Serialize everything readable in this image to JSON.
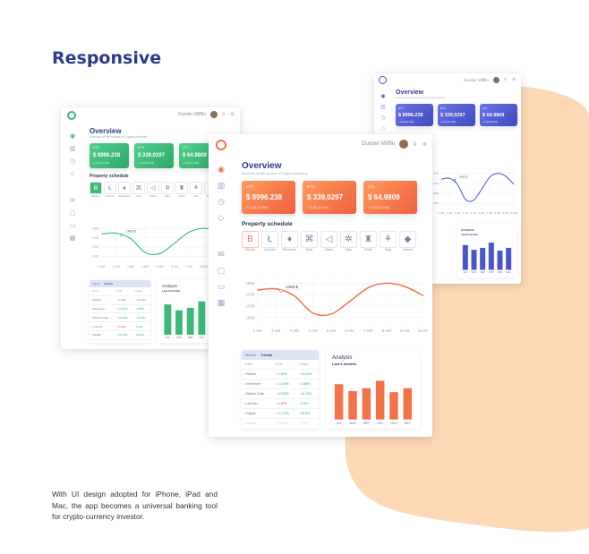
{
  "heading": "Responsive",
  "caption": "With UI design adopted for iPhone, iPad and Mac, the app becomes a universal banking tool for crypto-currency investor.",
  "colors": {
    "heading": "#2f3a8c",
    "blob": "#fcd9b4",
    "green": "#3cb87a",
    "orange": "#f2734a",
    "blue": "#4a55c9"
  },
  "user": "Dunder Mifflin",
  "overview": {
    "title": "Overview",
    "subtitle": "A review of the source of Crypto-currency"
  },
  "cards": [
    {
      "symbol": "BTC",
      "price": "$ 8996.238",
      "change": "+ 0.32 (2.3%)"
    },
    {
      "symbol": "ETH",
      "price": "$ 339,0297",
      "change": "+ 0.32 (2.3%)"
    },
    {
      "symbol": "LTC",
      "price": "$ 64.9809",
      "change": "+ 0.32 (2.3%)"
    }
  ],
  "schedule_title": "Property schedule",
  "coins": [
    {
      "label": "Bitcoin",
      "icon": "bitcoin-icon"
    },
    {
      "label": "Litecoin",
      "icon": "litecoin-icon"
    },
    {
      "label": "Ethereum",
      "icon": "ethereum-icon"
    },
    {
      "label": "Hext",
      "icon": "hext-icon"
    },
    {
      "label": "Mask",
      "icon": "mask-icon"
    },
    {
      "label": "Xipu",
      "icon": "xipu-icon"
    },
    {
      "label": "Rook",
      "icon": "rook-icon"
    },
    {
      "label": "Nag",
      "icon": "nag-icon"
    },
    {
      "label": "Waves",
      "icon": "waves-icon"
    }
  ],
  "chart_data": {
    "type": "line",
    "x": [
      "1 AM",
      "2 AM",
      "3 AM",
      "4 AM",
      "5 AM",
      "6 AM",
      "7 AM",
      "8 AM",
      "9 AM",
      "10 AM"
    ],
    "y_ticks": [
      1000,
      1200,
      1400,
      1600
    ],
    "values": [
      1480,
      1500,
      1380,
      1080,
      1060,
      1280,
      1520,
      1600,
      1540,
      1380
    ],
    "annotation": "1402 $",
    "ylim": [
      900,
      1700
    ]
  },
  "trends": {
    "tabs": [
      "Market",
      "Trends"
    ],
    "headers": [
      "Coins",
      "CCR",
      "7 days"
    ],
    "rows": [
      {
        "coin": "Bitcoin",
        "ccr": "0.32%",
        "days": "13.23%"
      },
      {
        "coin": "Ethereum",
        "ccr": "13.32%",
        "days": "3.85%"
      },
      {
        "coin": "Bitcoin Cash",
        "ccr": "10.05%",
        "days": "10.23%"
      },
      {
        "coin": "Litecoin",
        "ccr": "4.30%",
        "days": "0.3%"
      },
      {
        "coin": "Ripple",
        "ccr": "10.79%",
        "days": "33.6%"
      },
      {
        "coin": "Waves",
        "ccr": "13.32%",
        "days": "5.1%"
      }
    ]
  },
  "analysis": {
    "title": "Analysis",
    "subtitle": "Last 6 months",
    "categories": [
      "JUL",
      "AUG",
      "SEP",
      "OCT",
      "NOV",
      "DEC"
    ],
    "values": [
      62,
      50,
      55,
      68,
      48,
      55
    ]
  }
}
